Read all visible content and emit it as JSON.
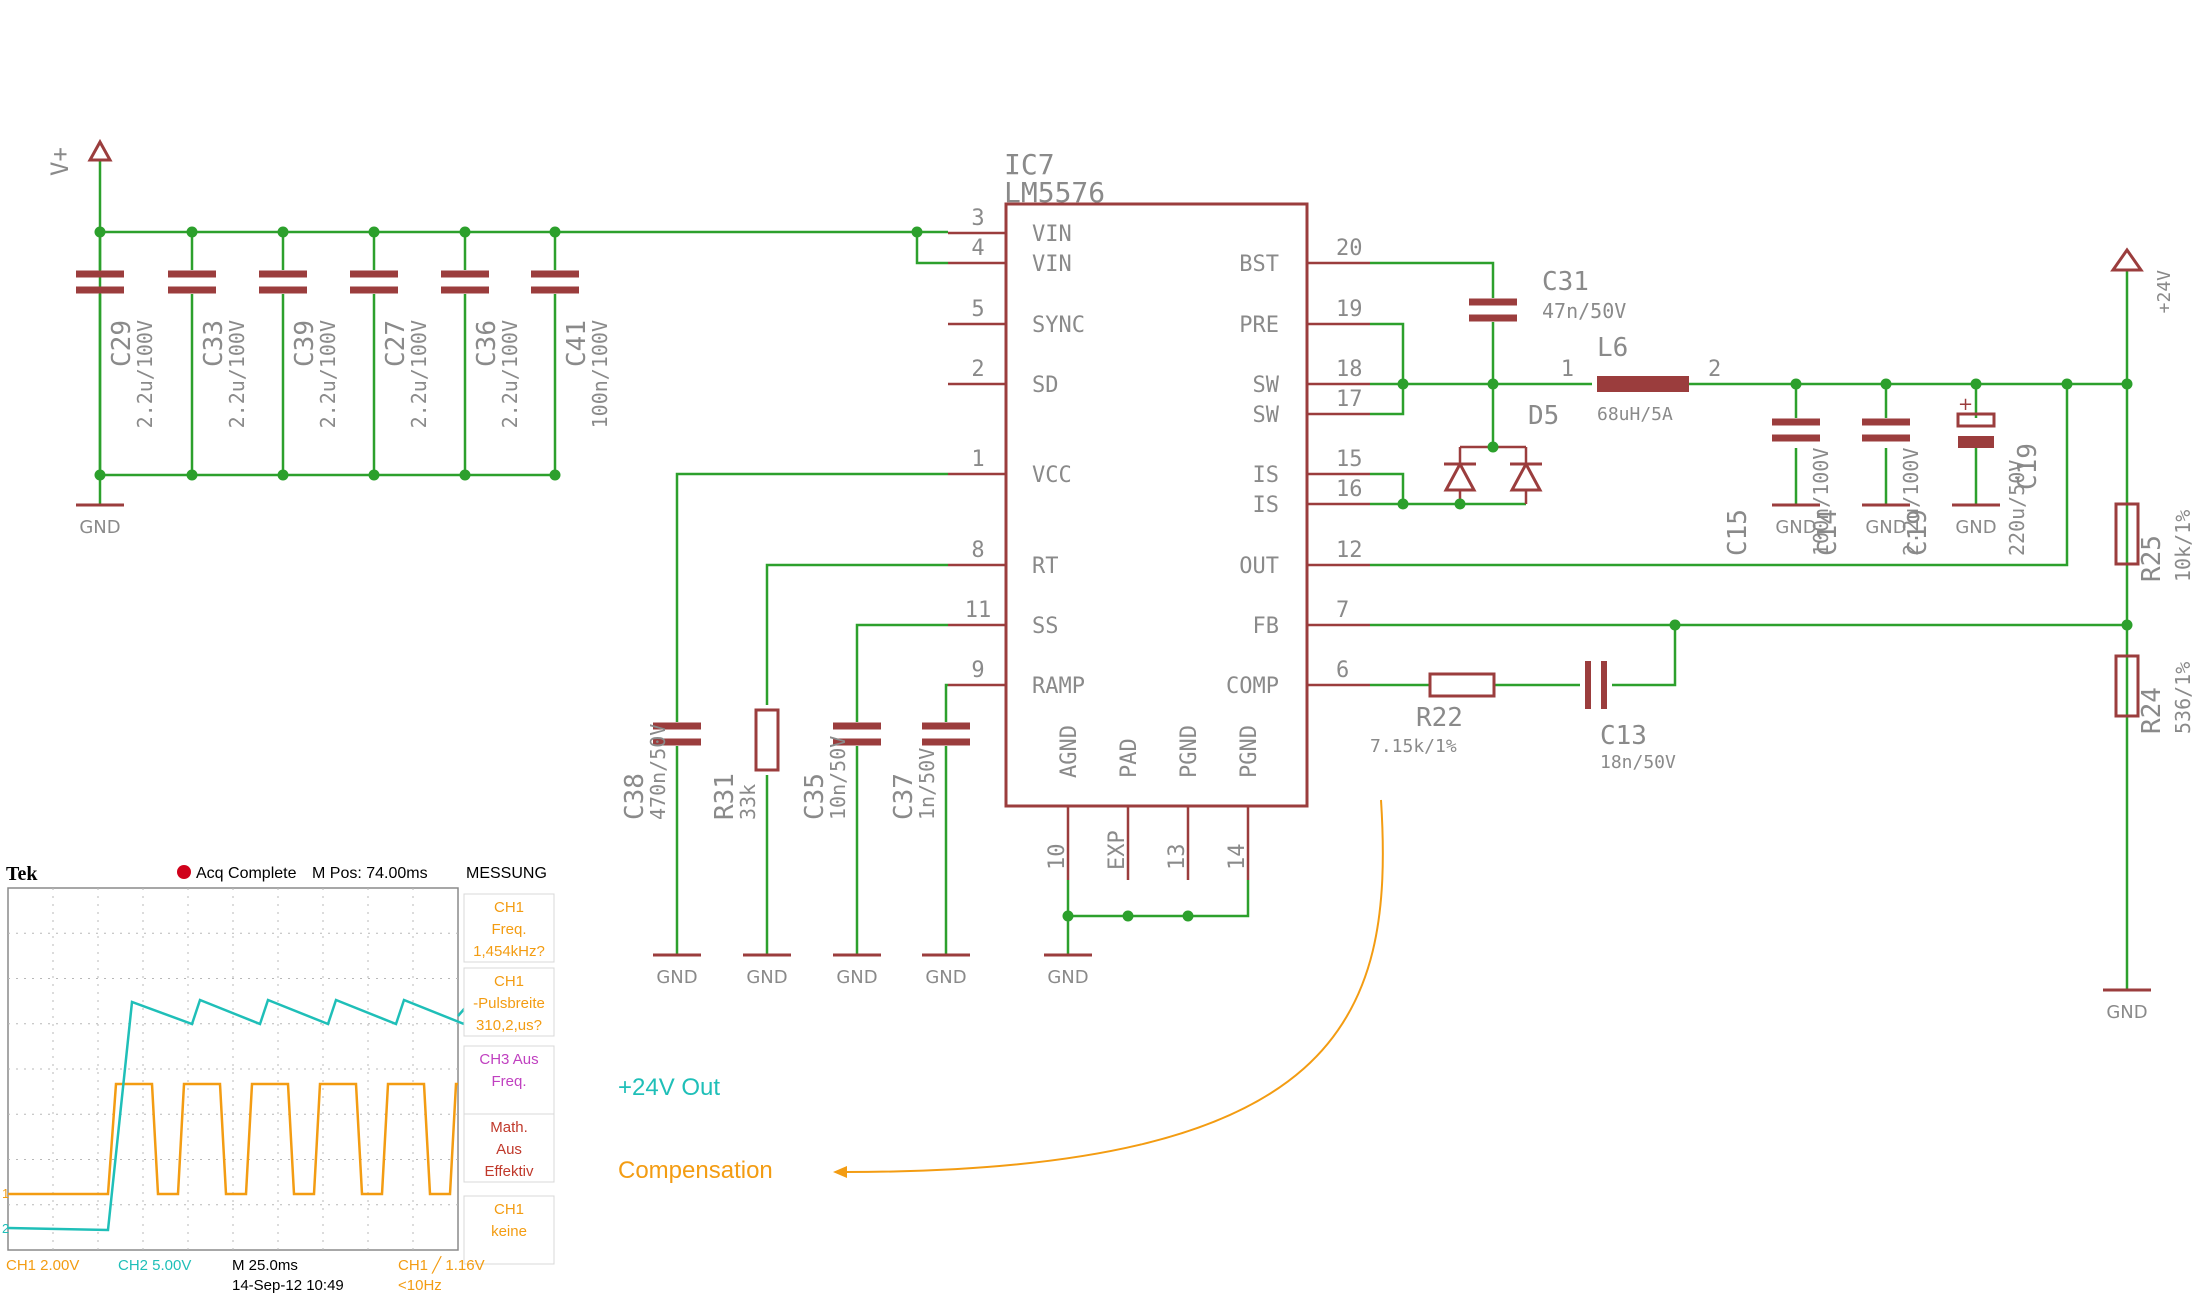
{
  "colors": {
    "wire": "#2ca02c",
    "part": "#9b3d3d",
    "label": "#8a8a8a",
    "junction": "#2ca02c",
    "out_label": "#1fbfb8",
    "comp_label": "#f39c12",
    "scope_bg": "#ffffff",
    "scope_grid": "#b8b8b8",
    "scope_ch1": "#f39c12",
    "scope_ch2": "#1fbfb8",
    "scope_side": "#f39c12",
    "scope_side_magenta": "#c040c0",
    "scope_side_red": "#c0392b",
    "scope_trig": "#d0021b"
  },
  "supply": {
    "name": "V+"
  },
  "ic": {
    "ref": "IC7",
    "value": "LM5576",
    "left_pins": [
      {
        "num": "3",
        "name": "VIN"
      },
      {
        "num": "4",
        "name": "VIN"
      },
      {
        "num": "5",
        "name": "SYNC"
      },
      {
        "num": "2",
        "name": "SD"
      },
      {
        "num": "1",
        "name": "VCC"
      },
      {
        "num": "8",
        "name": "RT"
      },
      {
        "num": "11",
        "name": "SS"
      },
      {
        "num": "9",
        "name": "RAMP"
      }
    ],
    "right_pins": [
      {
        "num": "20",
        "name": "BST"
      },
      {
        "num": "19",
        "name": "PRE"
      },
      {
        "num": "18",
        "name": "SW"
      },
      {
        "num": "17",
        "name": "SW"
      },
      {
        "num": "15",
        "name": "IS"
      },
      {
        "num": "16",
        "name": "IS"
      },
      {
        "num": "12",
        "name": "OUT"
      },
      {
        "num": "7",
        "name": "FB"
      },
      {
        "num": "6",
        "name": "COMP"
      }
    ],
    "bottom_pins": [
      {
        "num": "10",
        "name": "AGND"
      },
      {
        "num": "EXP",
        "name": "PAD"
      },
      {
        "num": "13",
        "name": "PGND"
      },
      {
        "num": "14",
        "name": "PGND"
      }
    ]
  },
  "input_caps": [
    {
      "ref": "C29",
      "value": "2.2u/100V"
    },
    {
      "ref": "C33",
      "value": "2.2u/100V"
    },
    {
      "ref": "C39",
      "value": "2.2u/100V"
    },
    {
      "ref": "C27",
      "value": "2.2u/100V"
    },
    {
      "ref": "C36",
      "value": "2.2u/100V"
    },
    {
      "ref": "C41",
      "value": "100n/100V"
    }
  ],
  "gnd_label": "GND",
  "parts": {
    "c38": {
      "ref": "C38",
      "value": "470n/50V"
    },
    "r31": {
      "ref": "R31",
      "value": "33k"
    },
    "c35": {
      "ref": "C35",
      "value": "10n/50V"
    },
    "c37": {
      "ref": "C37",
      "value": "1n/50V"
    },
    "c31": {
      "ref": "C31",
      "value": "47n/50V"
    },
    "l6": {
      "ref": "L6",
      "value": "68uH/5A",
      "pin1": "1",
      "pin2": "2"
    },
    "d5": {
      "ref": "D5"
    },
    "c15": {
      "ref": "C15",
      "value": "100n/100V"
    },
    "c14": {
      "ref": "C14",
      "value": "2.2u/100V"
    },
    "c19": {
      "ref": "C19",
      "value": "220u/50V"
    },
    "r25": {
      "ref": "R25",
      "value": "10k/1%"
    },
    "r24": {
      "ref": "R24",
      "value": "536/1%"
    },
    "r22": {
      "ref": "R22",
      "value": "7.15k/1%"
    },
    "c13": {
      "ref": "C13",
      "value": "18n/50V"
    }
  },
  "vout": {
    "name": "+24V"
  },
  "annotations": {
    "out": "+24V Out",
    "comp": "Compensation"
  },
  "scope": {
    "brand": "Tek",
    "status": "Acq Complete",
    "mpos": "M Pos: 74.00ms",
    "menu_title": "MESSUNG",
    "menu": [
      {
        "lines": [
          "CH1",
          "Freq.",
          "1,454kHz?"
        ],
        "color": "orange"
      },
      {
        "lines": [
          "CH1",
          "-Pulsbreite",
          "310,2,us?"
        ],
        "color": "orange"
      },
      {
        "lines": [
          "CH3 Aus",
          "Freq."
        ],
        "color": "magenta"
      },
      {
        "lines": [
          "Math.",
          "Aus",
          "Effektiv"
        ],
        "color": "red"
      },
      {
        "lines": [
          "CH1",
          "keine"
        ],
        "color": "orange"
      }
    ],
    "ch1_scale": "CH1  2.00V",
    "ch2_scale": "CH2  5.00V",
    "timebase": "M 25.0ms",
    "trigger": "CH1 ╱ 1.16V",
    "date": "14-Sep-12 10:49",
    "freq": "<10Hz",
    "marker1": "1",
    "marker2": "2"
  }
}
